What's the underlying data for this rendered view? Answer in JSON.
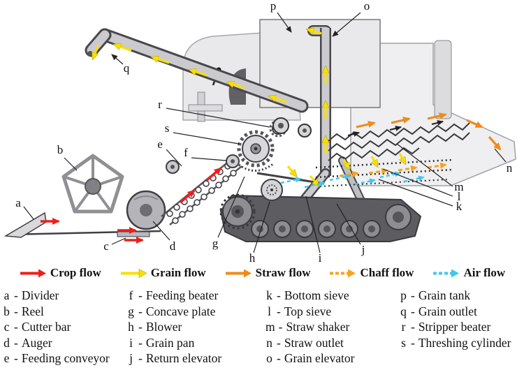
{
  "ui": {
    "separator": "-"
  },
  "legend": {
    "items": [
      {
        "label": "Crop flow",
        "color": "#e8211d",
        "dashed": false
      },
      {
        "label": "Grain flow",
        "color": "#f9df00",
        "dashed": false
      },
      {
        "label": "Straw flow",
        "color": "#ef8b1d",
        "dashed": false
      },
      {
        "label": "Chaff flow",
        "color": "#f6a41c",
        "dashed": true
      },
      {
        "label": "Air flow",
        "color": "#41c6ef",
        "dashed": true
      }
    ]
  },
  "parts": [
    {
      "key": "a",
      "label": "Divider"
    },
    {
      "key": "b",
      "label": "Reel"
    },
    {
      "key": "c",
      "label": "Cutter bar"
    },
    {
      "key": "d",
      "label": "Auger"
    },
    {
      "key": "e",
      "label": "Feeding conveyor"
    },
    {
      "key": "f",
      "label": "Feeding beater"
    },
    {
      "key": "g",
      "label": "Concave plate"
    },
    {
      "key": "h",
      "label": "Blower"
    },
    {
      "key": "i",
      "label": "Grain pan"
    },
    {
      "key": "j",
      "label": "Return elevator"
    },
    {
      "key": "k",
      "label": "Bottom sieve"
    },
    {
      "key": "l",
      "label": "Top sieve"
    },
    {
      "key": "m",
      "label": "Straw shaker"
    },
    {
      "key": "n",
      "label": "Straw outlet"
    },
    {
      "key": "o",
      "label": "Grain elevator"
    },
    {
      "key": "p",
      "label": "Grain tank"
    },
    {
      "key": "q",
      "label": "Grain outlet"
    },
    {
      "key": "r",
      "label": "Stripper beater"
    },
    {
      "key": "s",
      "label": "Threshing cylinder"
    }
  ]
}
